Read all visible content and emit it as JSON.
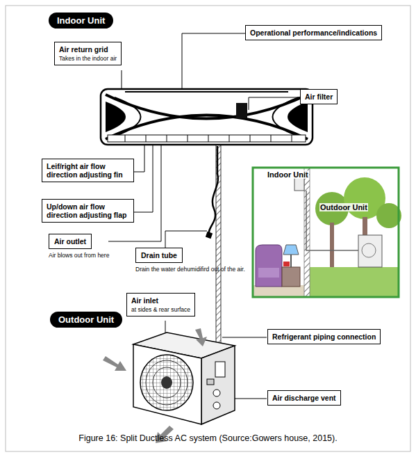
{
  "diagram": {
    "caption": "Figure 16: Split Ductless AC system (Source:Gowers house, 2015).",
    "nodes": [
      {
        "text": [
          "Indoor Unit"
        ]
      },
      {
        "text": [
          "Operational performance/indications"
        ]
      },
      {
        "text": [
          "Air return grid",
          "Takes in the indoor air"
        ]
      },
      {
        "text": [
          "Air filter"
        ]
      },
      {
        "text": [
          "Leif/right air flow direction adjusting fin"
        ]
      },
      {
        "text": [
          "Up/down air flow direction adjusting flap"
        ]
      },
      {
        "text": [
          "Air outlet",
          "Air blows out from here"
        ]
      },
      {
        "text": [
          "Drain tube",
          "Drain the water dehumidifird out of the air."
        ]
      },
      {
        "text": [
          "Air inlet",
          "at sides & rear surface"
        ]
      },
      {
        "text": [
          "Outdoor Unit"
        ]
      },
      {
        "text": [
          "Refrigerant piping connection"
        ]
      },
      {
        "text": [
          "Air discharge vent"
        ]
      }
    ],
    "labels": [
      "Indoor Unit",
      "Outdoor Unit"
    ]
  }
}
